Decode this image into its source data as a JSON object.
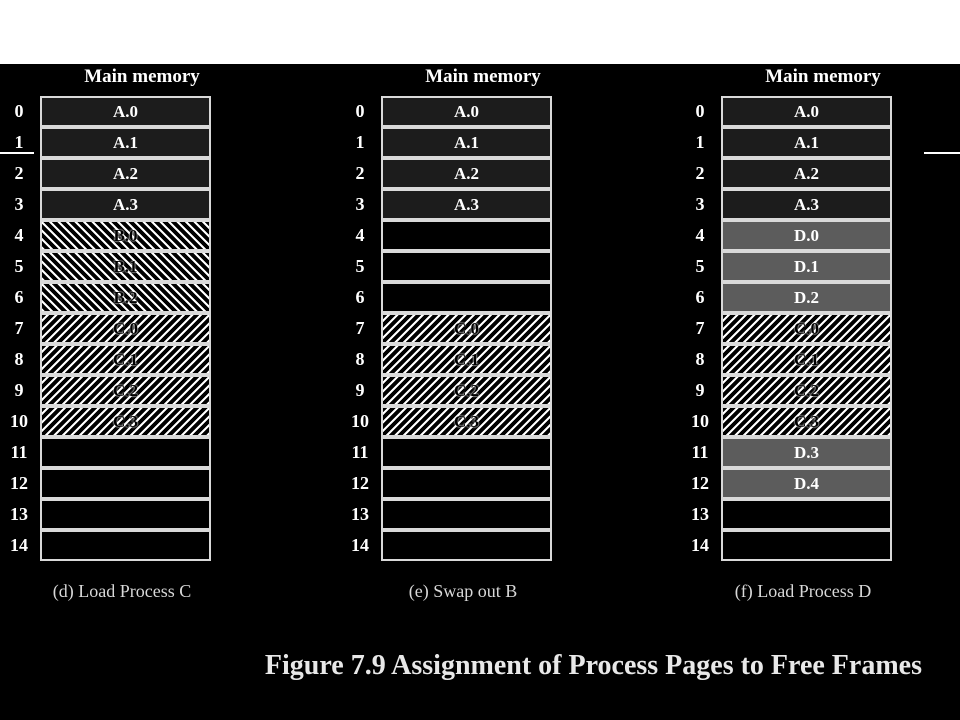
{
  "panels": [
    {
      "title": "Main memory",
      "caption": "(d) Load Process C",
      "frames": [
        {
          "num": "0",
          "label": "A.0",
          "kind": "a"
        },
        {
          "num": "1",
          "label": "A.1",
          "kind": "a"
        },
        {
          "num": "2",
          "label": "A.2",
          "kind": "a"
        },
        {
          "num": "3",
          "label": "A.3",
          "kind": "a"
        },
        {
          "num": "4",
          "label": "B.0",
          "kind": "b"
        },
        {
          "num": "5",
          "label": "B.1",
          "kind": "b"
        },
        {
          "num": "6",
          "label": "B.2",
          "kind": "b"
        },
        {
          "num": "7",
          "label": "C.0",
          "kind": "c"
        },
        {
          "num": "8",
          "label": "C.1",
          "kind": "c"
        },
        {
          "num": "9",
          "label": "C.2",
          "kind": "c"
        },
        {
          "num": "10",
          "label": "C.3",
          "kind": "c"
        },
        {
          "num": "11",
          "label": "",
          "kind": "empty"
        },
        {
          "num": "12",
          "label": "",
          "kind": "empty"
        },
        {
          "num": "13",
          "label": "",
          "kind": "empty"
        },
        {
          "num": "14",
          "label": "",
          "kind": "empty"
        }
      ]
    },
    {
      "title": "Main memory",
      "caption": "(e) Swap out B",
      "frames": [
        {
          "num": "0",
          "label": "A.0",
          "kind": "a"
        },
        {
          "num": "1",
          "label": "A.1",
          "kind": "a"
        },
        {
          "num": "2",
          "label": "A.2",
          "kind": "a"
        },
        {
          "num": "3",
          "label": "A.3",
          "kind": "a"
        },
        {
          "num": "4",
          "label": "",
          "kind": "empty"
        },
        {
          "num": "5",
          "label": "",
          "kind": "empty"
        },
        {
          "num": "6",
          "label": "",
          "kind": "empty"
        },
        {
          "num": "7",
          "label": "C.0",
          "kind": "c"
        },
        {
          "num": "8",
          "label": "C.1",
          "kind": "c"
        },
        {
          "num": "9",
          "label": "C.2",
          "kind": "c"
        },
        {
          "num": "10",
          "label": "C.3",
          "kind": "c"
        },
        {
          "num": "11",
          "label": "",
          "kind": "empty"
        },
        {
          "num": "12",
          "label": "",
          "kind": "empty"
        },
        {
          "num": "13",
          "label": "",
          "kind": "empty"
        },
        {
          "num": "14",
          "label": "",
          "kind": "empty"
        }
      ]
    },
    {
      "title": "Main memory",
      "caption": "(f) Load Process D",
      "frames": [
        {
          "num": "0",
          "label": "A.0",
          "kind": "a"
        },
        {
          "num": "1",
          "label": "A.1",
          "kind": "a"
        },
        {
          "num": "2",
          "label": "A.2",
          "kind": "a"
        },
        {
          "num": "3",
          "label": "A.3",
          "kind": "a"
        },
        {
          "num": "4",
          "label": "D.0",
          "kind": "d"
        },
        {
          "num": "5",
          "label": "D.1",
          "kind": "d"
        },
        {
          "num": "6",
          "label": "D.2",
          "kind": "d"
        },
        {
          "num": "7",
          "label": "C.0",
          "kind": "c"
        },
        {
          "num": "8",
          "label": "C.1",
          "kind": "c"
        },
        {
          "num": "9",
          "label": "C.2",
          "kind": "c"
        },
        {
          "num": "10",
          "label": "C.3",
          "kind": "c"
        },
        {
          "num": "11",
          "label": "D.3",
          "kind": "d"
        },
        {
          "num": "12",
          "label": "D.4",
          "kind": "d"
        },
        {
          "num": "13",
          "label": "",
          "kind": "empty"
        },
        {
          "num": "14",
          "label": "",
          "kind": "empty"
        }
      ]
    }
  ],
  "figure_title": "Figure 7.9   Assignment of Process Pages to Free Frames",
  "colors": {
    "background": "#000000",
    "process_a": "#1c1c1c",
    "process_d": "#5c5c5c",
    "cell_border": "#d9d9d9"
  }
}
